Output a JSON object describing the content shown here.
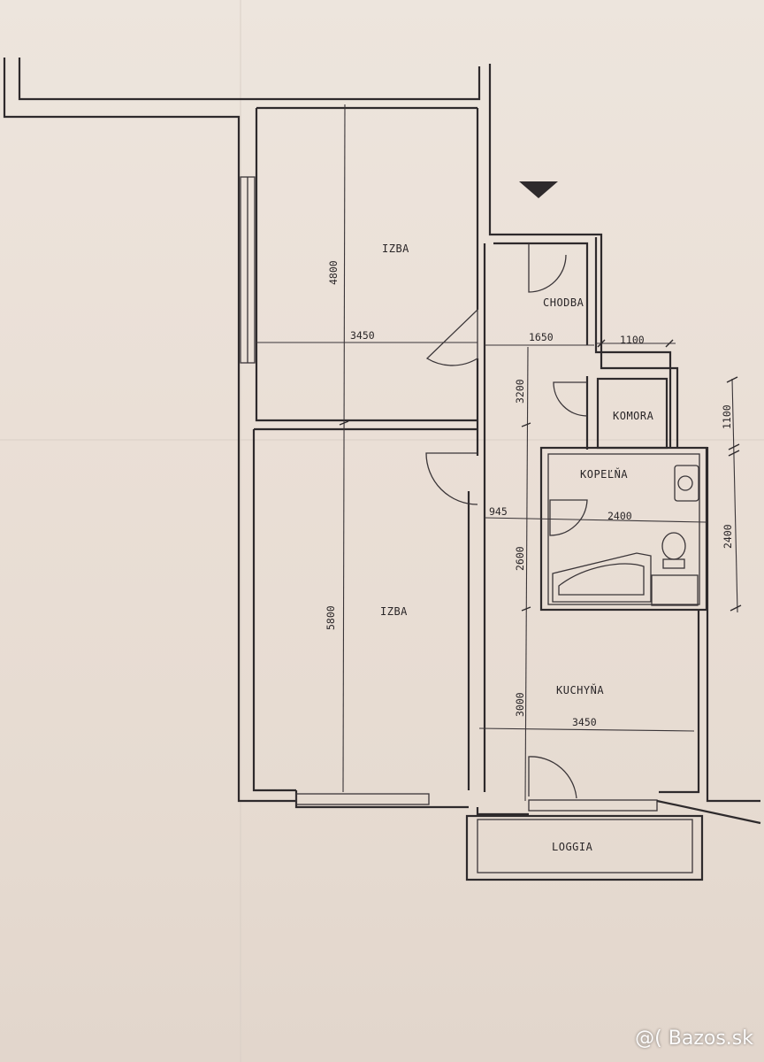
{
  "rooms": {
    "izba_top": "IZBA",
    "chodba": "CHODBA",
    "komora": "KOMORA",
    "kupelna": "KOPEĽŇA",
    "izba_bottom": "IZBA",
    "kuchyna": "KUCHYŇA",
    "loggia": "LOGGIA"
  },
  "dimensions": {
    "izba_top_height": "4800",
    "izba_top_width": "3450",
    "chodba_width": "1650",
    "komora_offset": "1100",
    "chodba_length": "3200",
    "komora_height": "1100",
    "door_offset": "945",
    "kupelna_width": "2400",
    "kupelna_height": "2400",
    "hall_length_2": "2600",
    "izba_bottom_height": "5800",
    "kuchyna_length": "3000",
    "kuchyna_width": "3450"
  },
  "watermark": "@( Bazos.sk",
  "colors": {
    "ink": "#2e2a2c",
    "paper": "#ebe3da"
  }
}
